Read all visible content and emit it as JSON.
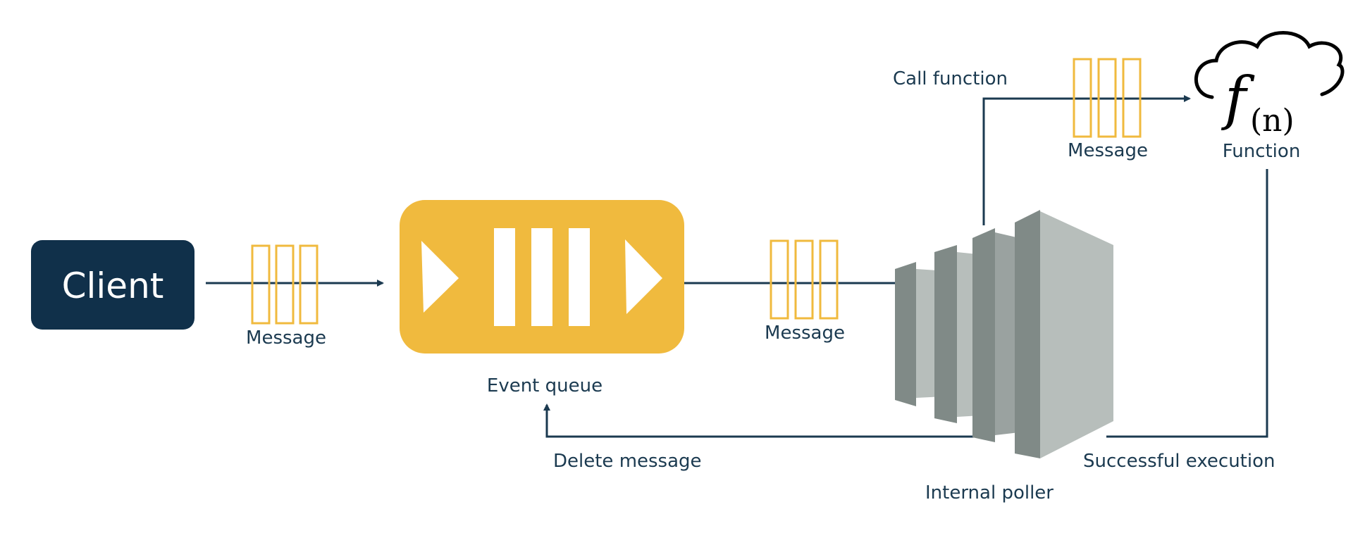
{
  "colors": {
    "navy": "#10304a",
    "line": "#1b3a50",
    "accent": "#f0ba3e",
    "poller_dark": "#808a87",
    "poller_mid": "#9aa2a0",
    "poller_light": "#b7bebb",
    "background": "#ffffff"
  },
  "nodes": {
    "client": {
      "label": "Client"
    },
    "event_queue": {
      "label": "Event queue"
    },
    "internal_poller": {
      "label": "Internal poller"
    },
    "function": {
      "label": "Function",
      "glyph_f": "f",
      "glyph_n": "(n)"
    }
  },
  "messages": {
    "client_to_queue": "Message",
    "queue_to_poller": "Message",
    "poller_to_function": "Message"
  },
  "edges": {
    "call_function": "Call function",
    "delete_message": "Delete message",
    "successful_execution": "Successful execution"
  }
}
